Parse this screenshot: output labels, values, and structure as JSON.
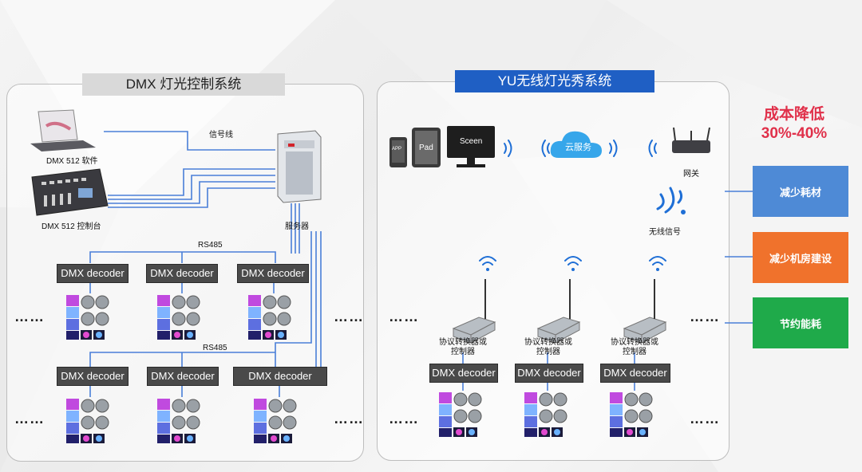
{
  "left_panel": {
    "title": "DMX 灯光控制系统",
    "software_label": "DMX 512 软件",
    "console_label": "DMX 512 控制台",
    "signal_line_label": "信号线",
    "server_label": "服务器",
    "rs485_top": "RS485",
    "rs485_mid": "RS485",
    "decoder_label": "DMX decoder",
    "ellipsis": "……"
  },
  "right_panel": {
    "title": "YU无线灯光秀系统",
    "app_label": "APP",
    "pad_label": "Pad",
    "screen_label": "Sceen",
    "cloud_label": "云服务",
    "gateway_label": "网关",
    "wireless_label": "无线信号",
    "converter_label_line1": "协议转换器或",
    "converter_label_line2": "控制器",
    "decoder_label": "DMX decoder",
    "ellipsis": "……"
  },
  "benefits": {
    "title_line1": "成本降低",
    "title_line2": "30%-40%",
    "items": [
      "减少耗材",
      "减少机房建设",
      "节约能耗"
    ],
    "colors": [
      "#4e8ad6",
      "#f0722c",
      "#1faa4a"
    ]
  },
  "colors": {
    "wire": "#4a7fd8",
    "decoder_bg": "#4a4a4a",
    "highlight": "#e0304a"
  }
}
